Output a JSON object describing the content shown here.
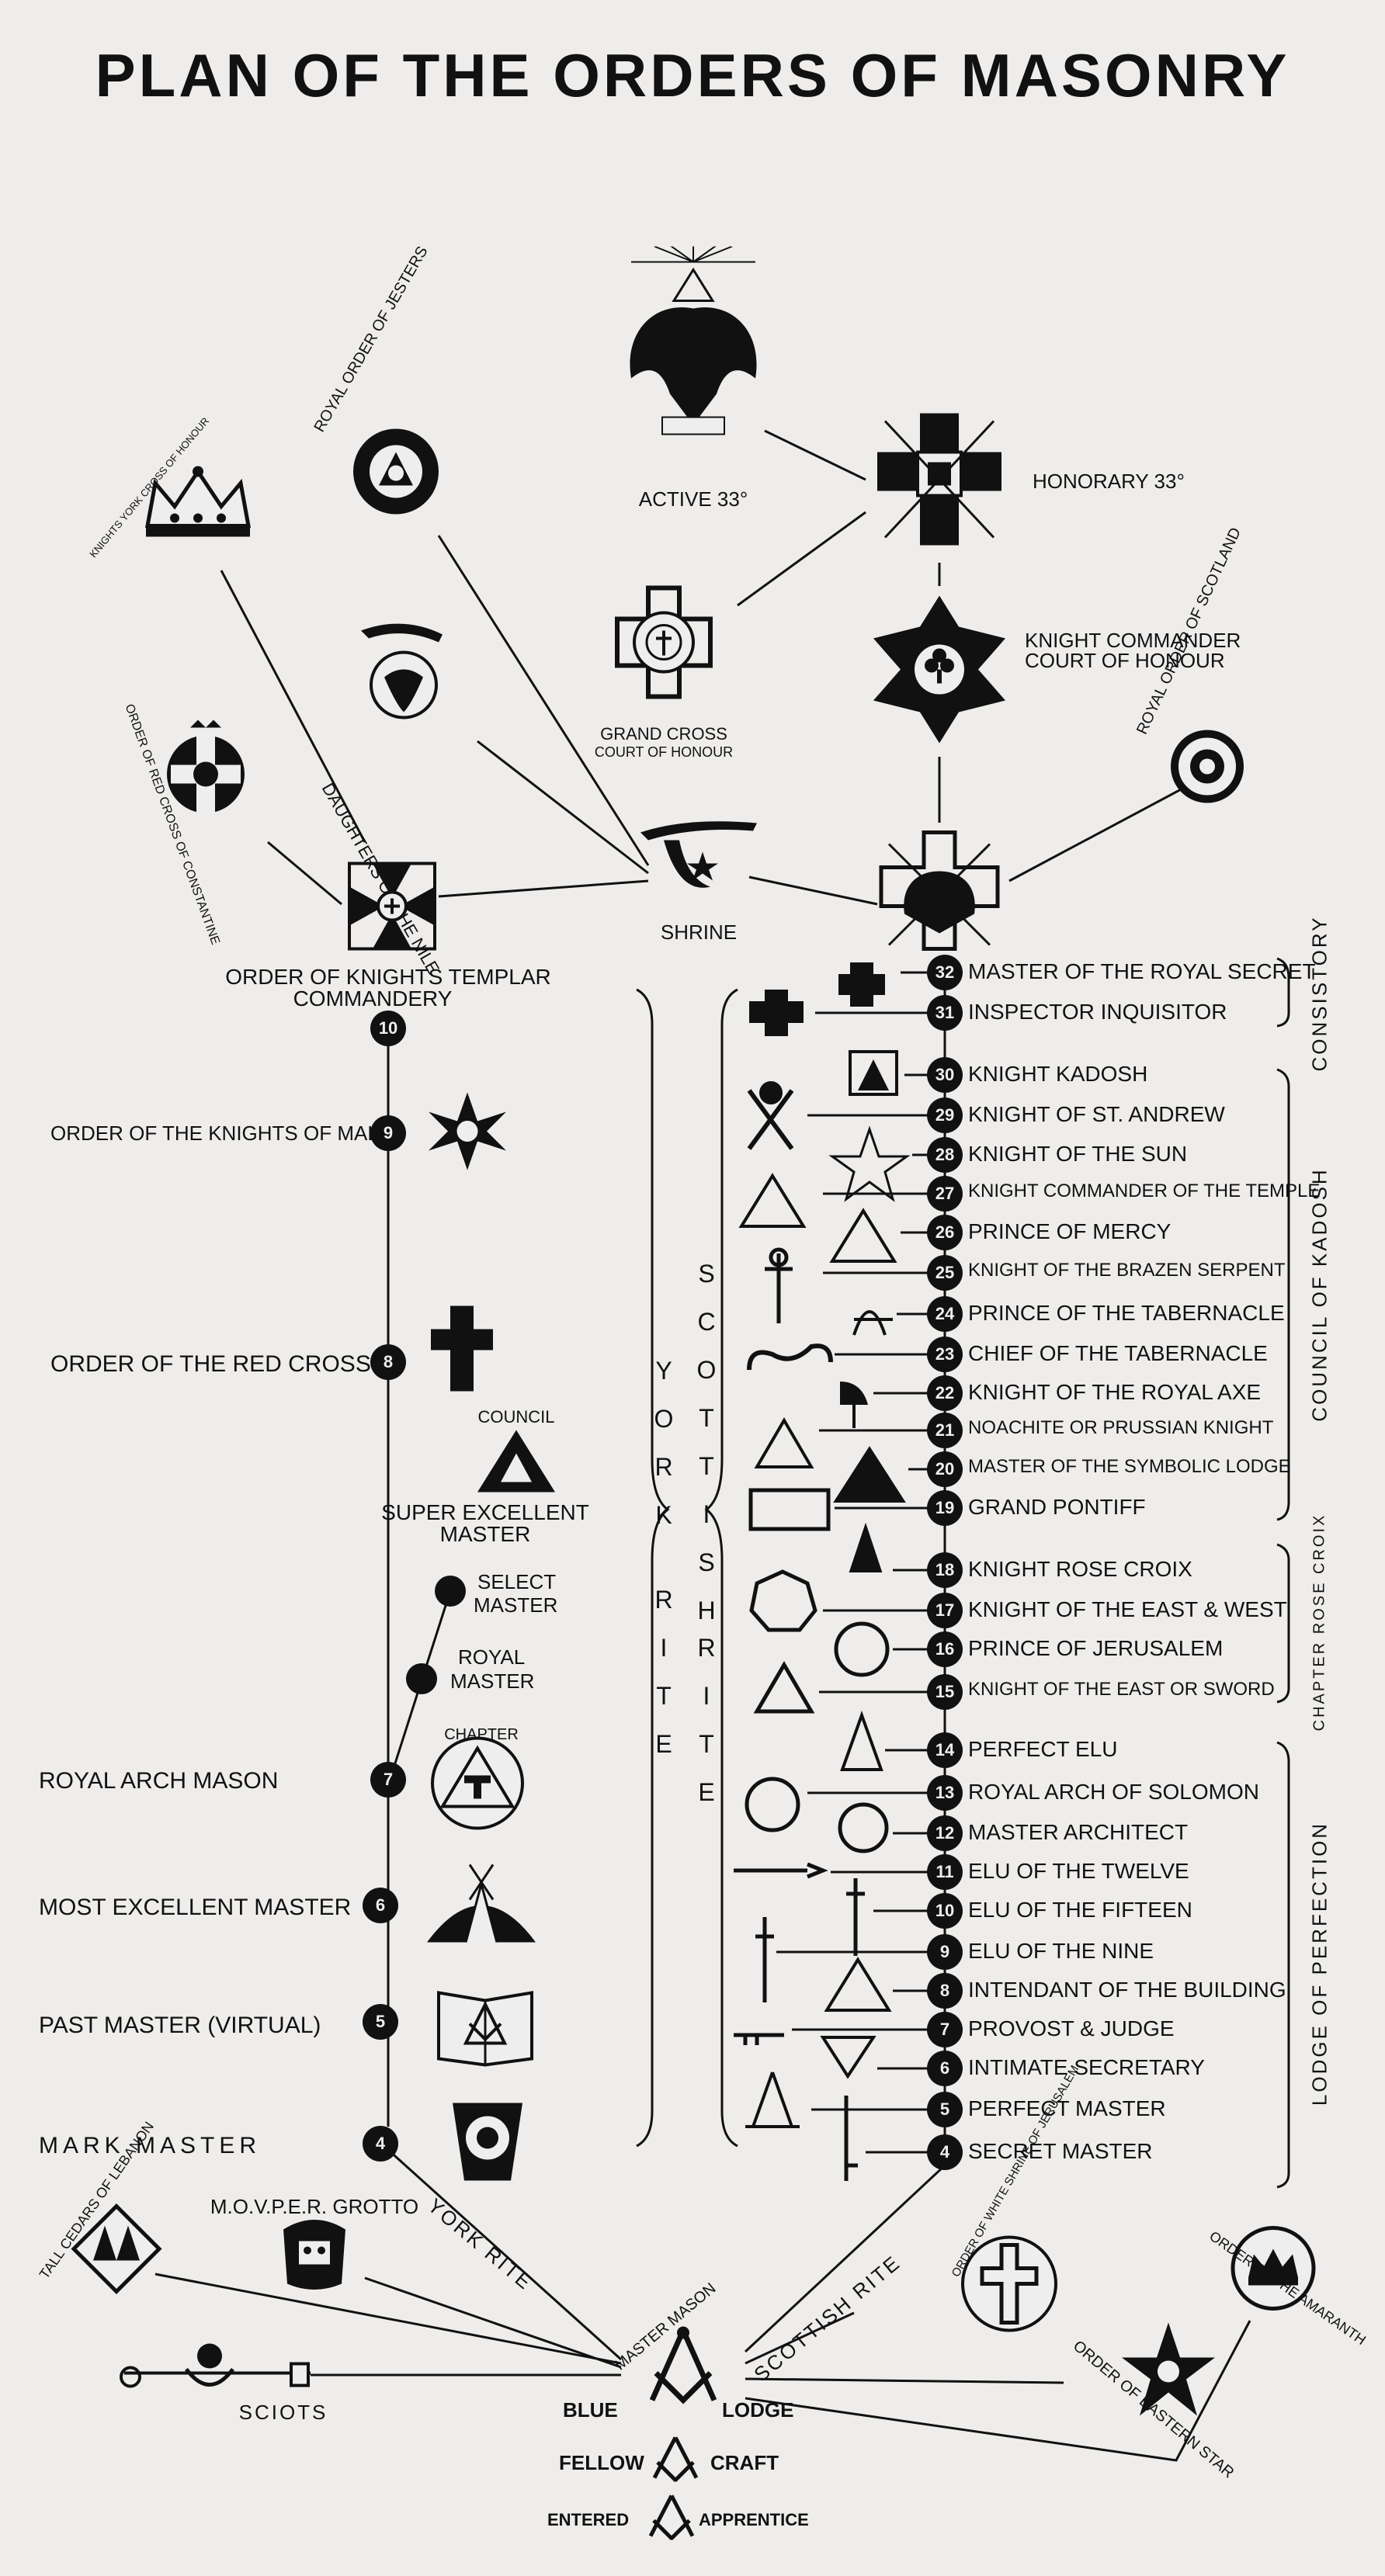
{
  "title": "PLAN OF THE ORDERS OF MASONRY",
  "top": {
    "active33": "ACTIVE 33°",
    "honorary33": "HONORARY 33°",
    "kcch_line1": "KNIGHT COMMANDER",
    "kcch_line2": "COURT OF HONOUR",
    "grand_cross_line1": "GRAND CROSS",
    "grand_cross_line2": "COURT OF HONOUR",
    "jesters": "ROYAL ORDER OF JESTERS",
    "york_cross": "KNIGHTS YORK CROSS OF HONOUR",
    "daughters_nile": "DAUGHTERS OF THE NILE",
    "red_cross_constantine": "ORDER OF RED CROSS OF CONSTANTINE",
    "royal_order_scotland": "ROYAL ORDER OF SCOTLAND",
    "shrine": "SHRINE"
  },
  "york": {
    "commandery_line1": "ORDER OF KNIGHTS TEMPLAR",
    "commandery_line2": "COMMANDERY",
    "commandery_num": "10",
    "malta": "ORDER OF THE KNIGHTS OF MALTA",
    "malta_num": "9",
    "red_cross": "ORDER OF THE RED CROSS",
    "red_cross_num": "8",
    "council": "COUNCIL",
    "super_excellent_line1": "SUPER EXCELLENT",
    "super_excellent_line2": "MASTER",
    "select_line1": "SELECT",
    "select_line2": "MASTER",
    "royal_line1": "ROYAL",
    "royal_line2": "MASTER",
    "chapter": "CHAPTER",
    "royal_arch": "ROYAL ARCH MASON",
    "royal_arch_num": "7",
    "most_excellent": "MOST EXCELLENT MASTER",
    "most_excellent_num": "6",
    "past_master": "PAST MASTER (VIRTUAL)",
    "past_master_num": "5",
    "mark_master": "MARK MASTER",
    "mark_master_num": "4",
    "york_word": [
      "Y",
      "O",
      "R",
      "K"
    ],
    "rite_word": [
      "R",
      "I",
      "T",
      "E"
    ],
    "york_rite_diag": "YORK RITE"
  },
  "scottish": {
    "scottish_word": [
      "S",
      "C",
      "O",
      "T",
      "T",
      "I",
      "S",
      "H"
    ],
    "rite_word": [
      "R",
      "I",
      "T",
      "E"
    ],
    "scottish_rite_diag": "SCOTTISH RITE",
    "consistory": "CONSISTORY",
    "council_kadosh": "COUNCIL OF KADOSH",
    "chapter_rose_croix": "CHAPTER ROSE CROIX",
    "lodge_perfection": "LODGE OF PERFECTION",
    "degrees": [
      {
        "num": "32",
        "name": "MASTER OF THE ROYAL SECRET"
      },
      {
        "num": "31",
        "name": "INSPECTOR INQUISITOR"
      },
      {
        "num": "30",
        "name": "KNIGHT KADOSH"
      },
      {
        "num": "29",
        "name": "KNIGHT OF ST. ANDREW"
      },
      {
        "num": "28",
        "name": "KNIGHT OF THE SUN"
      },
      {
        "num": "27",
        "name": "KNIGHT COMMANDER OF THE TEMPLE"
      },
      {
        "num": "26",
        "name": "PRINCE OF MERCY"
      },
      {
        "num": "25",
        "name": "KNIGHT OF THE BRAZEN SERPENT"
      },
      {
        "num": "24",
        "name": "PRINCE OF THE TABERNACLE"
      },
      {
        "num": "23",
        "name": "CHIEF OF THE TABERNACLE"
      },
      {
        "num": "22",
        "name": "KNIGHT OF THE ROYAL AXE"
      },
      {
        "num": "21",
        "name": "NOACHITE OR PRUSSIAN KNIGHT"
      },
      {
        "num": "20",
        "name": "MASTER OF THE SYMBOLIC LODGE"
      },
      {
        "num": "19",
        "name": "GRAND PONTIFF"
      },
      {
        "num": "18",
        "name": "KNIGHT ROSE CROIX"
      },
      {
        "num": "17",
        "name": "KNIGHT OF THE EAST & WEST"
      },
      {
        "num": "16",
        "name": "PRINCE OF JERUSALEM"
      },
      {
        "num": "15",
        "name": "KNIGHT OF THE EAST OR SWORD"
      },
      {
        "num": "14",
        "name": "PERFECT ELU"
      },
      {
        "num": "13",
        "name": "ROYAL ARCH OF SOLOMON"
      },
      {
        "num": "12",
        "name": "MASTER ARCHITECT"
      },
      {
        "num": "11",
        "name": "ELU OF THE TWELVE"
      },
      {
        "num": "10",
        "name": "ELU OF THE FIFTEEN"
      },
      {
        "num": "9",
        "name": "ELU OF THE NINE"
      },
      {
        "num": "8",
        "name": "INTENDANT OF THE BUILDING"
      },
      {
        "num": "7",
        "name": "PROVOST & JUDGE"
      },
      {
        "num": "6",
        "name": "INTIMATE SECRETARY"
      },
      {
        "num": "5",
        "name": "PERFECT MASTER"
      },
      {
        "num": "4",
        "name": "SECRET MASTER"
      }
    ]
  },
  "bottom": {
    "tall_cedars": "TALL CEDARS OF LEBANON",
    "grotto": "M.O.V.P.E.R. GROTTO",
    "sciots": "SCIOTS",
    "white_shrine": "ORDER OF WHITE SHRINE OF JERUSALEM",
    "eastern_star": "ORDER OF EASTERN STAR",
    "amaranth": "ORDER OF THE AMARANTH",
    "master_mason": "MASTER MASON",
    "blue": "BLUE",
    "lodge": "LODGE",
    "fellow": "FELLOW",
    "craft": "CRAFT",
    "entered": "ENTERED",
    "apprentice": "APPRENTICE"
  },
  "colors": {
    "ink": "#111111",
    "paper": "#eeedeb"
  }
}
